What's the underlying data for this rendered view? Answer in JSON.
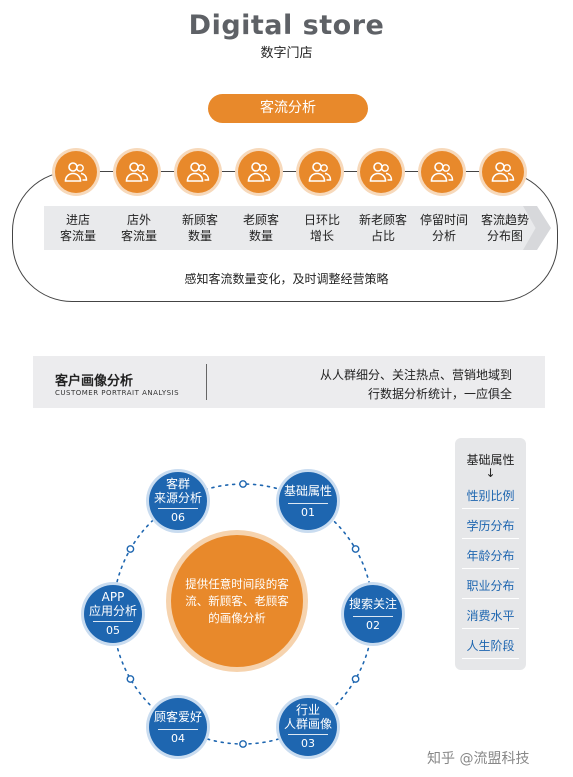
{
  "header": {
    "title": "Digital store",
    "subtitle": "数字门店"
  },
  "flow": {
    "pill": "客流分析",
    "steps": [
      {
        "l1": "进店",
        "l2": "客流量"
      },
      {
        "l1": "店外",
        "l2": "客流量"
      },
      {
        "l1": "新顾客",
        "l2": "数量"
      },
      {
        "l1": "老顾客",
        "l2": "数量"
      },
      {
        "l1": "日环比",
        "l2": "增长"
      },
      {
        "l1": "新老顾客",
        "l2": "占比"
      },
      {
        "l1": "停留时间",
        "l2": "分析"
      },
      {
        "l1": "客流趋势",
        "l2": "分布图"
      }
    ],
    "caption": "感知客流数量变化，及时调整经营策略",
    "icon": "people-icon",
    "accent": "#e8892b"
  },
  "portrait": {
    "title": "客户画像分析",
    "subtitle": "CUSTOMER PORTRAIT ANALYSIS",
    "desc_line1": "从人群细分、关注热点、营销地域到",
    "desc_line2": "行数据分析统计，一应俱全"
  },
  "ring": {
    "center": "提供任意时间段的客流、新顾客、老顾客的画像分析",
    "nodes": [
      {
        "l1": "基础属性",
        "l2": "",
        "num": "01"
      },
      {
        "l1": "搜索关注",
        "l2": "",
        "num": "02"
      },
      {
        "l1": "行业",
        "l2": "人群画像",
        "num": "03"
      },
      {
        "l1": "顾客爱好",
        "l2": "",
        "num": "04"
      },
      {
        "l1": "APP",
        "l2": "应用分析",
        "num": "05"
      },
      {
        "l1": "客群",
        "l2": "来源分析",
        "num": "06"
      }
    ],
    "node_color": "#1e66b0"
  },
  "panel": {
    "title": "基础属性",
    "arrow": "↓",
    "items": [
      "性别比例",
      "学历分布",
      "年龄分布",
      "职业分布",
      "消费水平",
      "人生阶段"
    ]
  },
  "watermark": "知乎 @流盟科技"
}
